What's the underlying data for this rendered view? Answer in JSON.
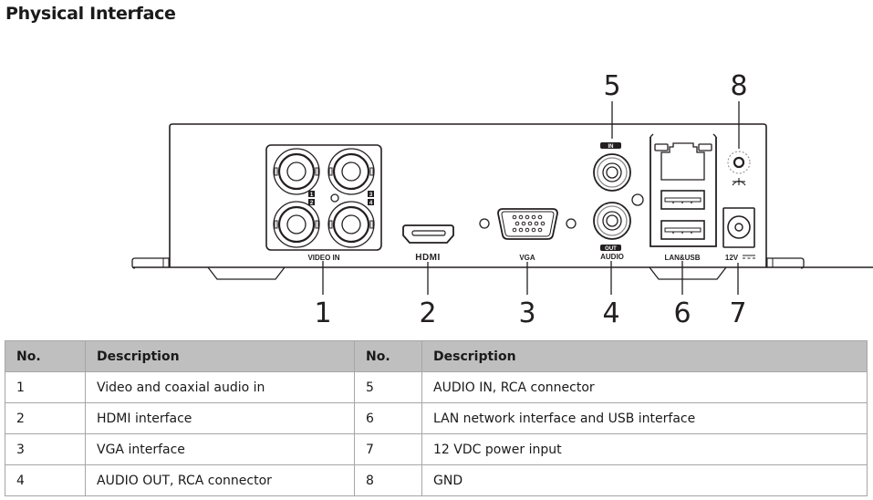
{
  "page": {
    "title": "Physical Interface"
  },
  "figure": {
    "panel_labels": {
      "video_in": "VIDEO IN",
      "hdmi": "HDMI",
      "vga": "VGA",
      "audio": "AUDIO",
      "audio_in_tag": "IN",
      "audio_out_tag": "OUT",
      "lan_usb": "LAN&USB",
      "power": "12V",
      "bnc_channels": [
        "1",
        "2",
        "3",
        "4"
      ]
    },
    "callouts": [
      "1",
      "2",
      "3",
      "4",
      "5",
      "6",
      "7",
      "8"
    ]
  },
  "table": {
    "headers": [
      "No.",
      "Description",
      "No.",
      "Description"
    ],
    "rows": [
      [
        "1",
        "Video and coaxial audio in",
        "5",
        "AUDIO IN, RCA connector"
      ],
      [
        "2",
        "HDMI interface",
        "6",
        "LAN network interface and USB interface"
      ],
      [
        "3",
        "VGA interface",
        "7",
        "12 VDC power input"
      ],
      [
        "4",
        "AUDIO OUT, RCA connector",
        "8",
        "GND"
      ]
    ]
  },
  "colors": {
    "line": "#231f20",
    "header_bg": "#bfbfbf",
    "border": "#a6a6a6"
  }
}
